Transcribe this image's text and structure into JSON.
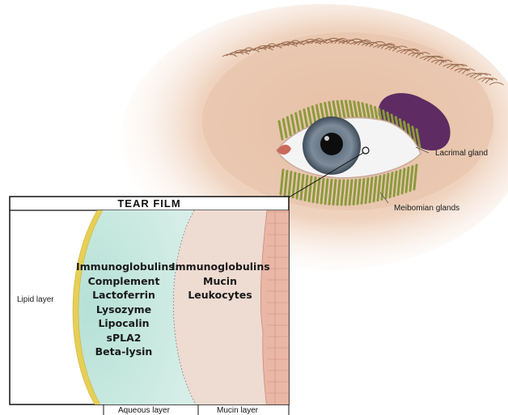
{
  "labels": {
    "lacrimal_gland": "Lacrimal gland",
    "meibomian_glands": "Meibomian glands",
    "lipid_layer": "Lipid layer",
    "aqueous_layer": "Aqueous layer",
    "mucin_layer": "Mucin layer"
  },
  "tear_film": {
    "title": "TEAR FILM",
    "aqueous_components": [
      "Immunoglobulins",
      "Complement",
      "Lactoferrin",
      "Lysozyme",
      "Lipocalin",
      "sPLA2",
      "Beta-lysin"
    ],
    "mucin_components": [
      "Immunoglobulins",
      "Mucin",
      "Leukocytes"
    ]
  },
  "colors": {
    "skin": "#e8c8b0",
    "iris": "#6e7c8c",
    "eyelash": "#8a9a3c",
    "lacrimal": "#5a2a5a",
    "lipid": "#e8d060",
    "aqueous": "#bfe3da",
    "mucin": "#efd9cf",
    "epithelium": "#eab7a6"
  }
}
